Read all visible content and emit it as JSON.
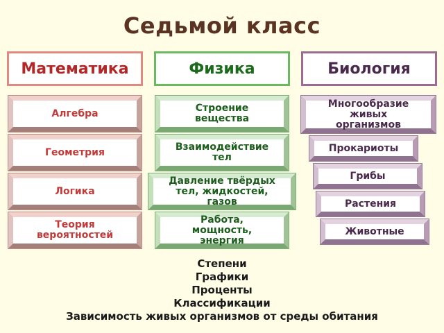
{
  "title": "Седьмой класс",
  "columns": {
    "math": {
      "header": "Математика",
      "items": [
        "Алгебра",
        "Геометрия",
        "Логика",
        "Теория вероятностей"
      ]
    },
    "physics": {
      "header": "Физика",
      "items": [
        "Строение вещества",
        "Взаимодействие тел",
        "Давление твёрдых тел, жидкостей, газов",
        "Работа, мощность, энергия"
      ]
    },
    "biology": {
      "header": "Биология",
      "items": [
        "Многообразие живых организмов",
        "Прокариоты",
        "Грибы",
        "Растения",
        "Животные"
      ]
    }
  },
  "common_topics": [
    "Степени",
    "Графики",
    "Проценты",
    "Классификации",
    "Зависимость живых организмов от среды обитания"
  ],
  "colors": {
    "math": "#c23a3a",
    "physics": "#1c5e1c",
    "biology": "#4a2a4c",
    "background": "#fffde6"
  }
}
